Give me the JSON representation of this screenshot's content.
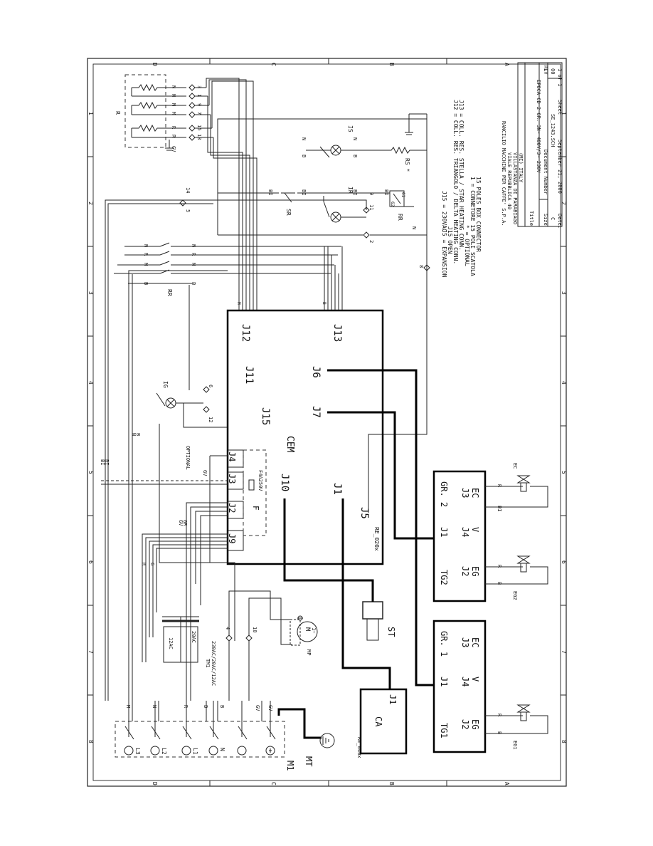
{
  "border": {
    "top_zones": [
      "D",
      "C",
      "B",
      "A"
    ],
    "bottom_zones": [
      "D",
      "C",
      "B",
      "A"
    ],
    "left_zones": [
      "1",
      "2",
      "3",
      "4",
      "5",
      "6",
      "7",
      "8"
    ],
    "right_zones": [
      "1",
      "2",
      "3",
      "4",
      "5",
      "6",
      "7",
      "8"
    ]
  },
  "boards": {
    "cem_title": "CEM",
    "cem_code": "RE_020x",
    "connectors": {
      "j1": "J1",
      "j2": "J2",
      "j3": "J3",
      "j4": "J4",
      "j5": "J5",
      "j6": "J6",
      "j7": "J7",
      "j9": "J9",
      "j10": "J10",
      "j11": "J11",
      "j12": "J12",
      "j13": "J13",
      "j15": "J15"
    },
    "fuse_label": "F",
    "fuse_value": "F4A250V",
    "ca_title": "CA",
    "ca_connector": "J1",
    "ca_code": "RE_040x"
  },
  "groups": {
    "g1_title": "GR. 1",
    "g1_tg": "TG1",
    "g2_title": "GR. 2",
    "g2_tg": "TG2",
    "j1": "J1",
    "j2": "J2",
    "j3": "J3",
    "j4": "J4",
    "eg": "EG",
    "ec": "EC",
    "v": "V"
  },
  "components": {
    "st": "ST",
    "mp": "MP",
    "m_symbol": "M",
    "m_tilde": "1~",
    "tm1": "TM1",
    "tm1_ratings": "230AC/20AC/12AC",
    "tm_12ac": "12AC",
    "tm_20ac": "20AC",
    "m1": "M1",
    "mt": "MT",
    "ig": "IG",
    "is": "IS",
    "ir": "IR",
    "rr": "RR",
    "sr": "SR",
    "rs": "RS *",
    "r": "R",
    "eg1": "EG1",
    "eg2": "EG2",
    "ec": "EC",
    "optional": "OPTIONAL",
    "rr_62": "62",
    "rr_61": "61"
  },
  "terminals": {
    "L3": "L3",
    "L2": "L2",
    "L1": "L1",
    "N": "N",
    "t13": "13",
    "t15": "15",
    "t7": "7",
    "t9": "9",
    "t1": "1",
    "t3": "3",
    "t5": "5",
    "t14": "14",
    "t11": "11",
    "t2": "2",
    "t8": "8",
    "t6": "6",
    "t12": "12",
    "t4": "4",
    "t10": "10"
  },
  "wire_colors": {
    "M": "M",
    "N": "N",
    "R": "R",
    "B": "B",
    "BI": "BI",
    "GV": "GV",
    "G": "G",
    "GR": "GR"
  },
  "notes": [
    "J5 = EXPANSION",
    "J15 = 230VAC",
    "J12 = COLL. RES. TRIANGOLO / DELTA HEATING CONN.",
    "J13 = COLL. RES. STELLA / STAR HEATING CONN.",
    "* = OPTIONAL",
    "1 = CONNETORE 15 POLI SCATOLA",
    "    15 POLES BOX CONNECTOR"
  ],
  "note_extra": "J15 OPEN",
  "title_block": {
    "company": "RANCILIO MACCHINE PER CAFFE' S.P.A.",
    "address1": "VIALE REPUBBLICA 40",
    "address2": "VILLASTANZA DI PARABIAGO",
    "address3": "(MI) ITALY",
    "title_label": "Title",
    "title_value": "EPOCA CD 2 GR. 3N~ 400V/3~ 230V",
    "size_label": "Size",
    "size_value": "C",
    "docnum_label": "Document Number",
    "docnum_value": "SE_1243.SCH",
    "rev_label": "REV",
    "rev_value": "00",
    "date_label": "Date:",
    "date_value": "September 21, 2000",
    "sheet_label": "Sheet",
    "sheet_value": "1 of 1"
  }
}
